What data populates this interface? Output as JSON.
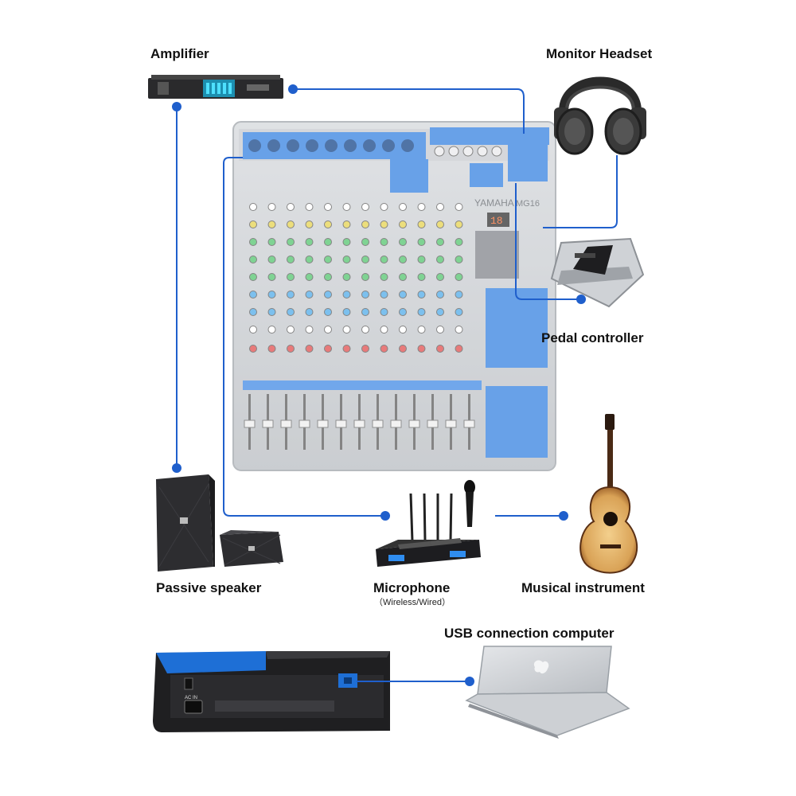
{
  "labels": {
    "amplifier": "Amplifier",
    "monitor_headset": "Monitor Headset",
    "pedal_controller": "Pedal controller",
    "passive_speaker": "Passive speaker",
    "microphone": "Microphone",
    "microphone_sub": "（Wireless/Wired）",
    "musical_instrument": "Musical instrument",
    "usb_computer": "USB connection computer"
  },
  "mixer": {
    "brand": "YAMAHA",
    "model": "MG16",
    "display": "18"
  },
  "rear_panel": {
    "ac_in": "AC IN"
  },
  "colors": {
    "connector": "#1f5fcc",
    "panel_blue": "#1e6fd6",
    "mixer_body": "#c9ccd0"
  }
}
